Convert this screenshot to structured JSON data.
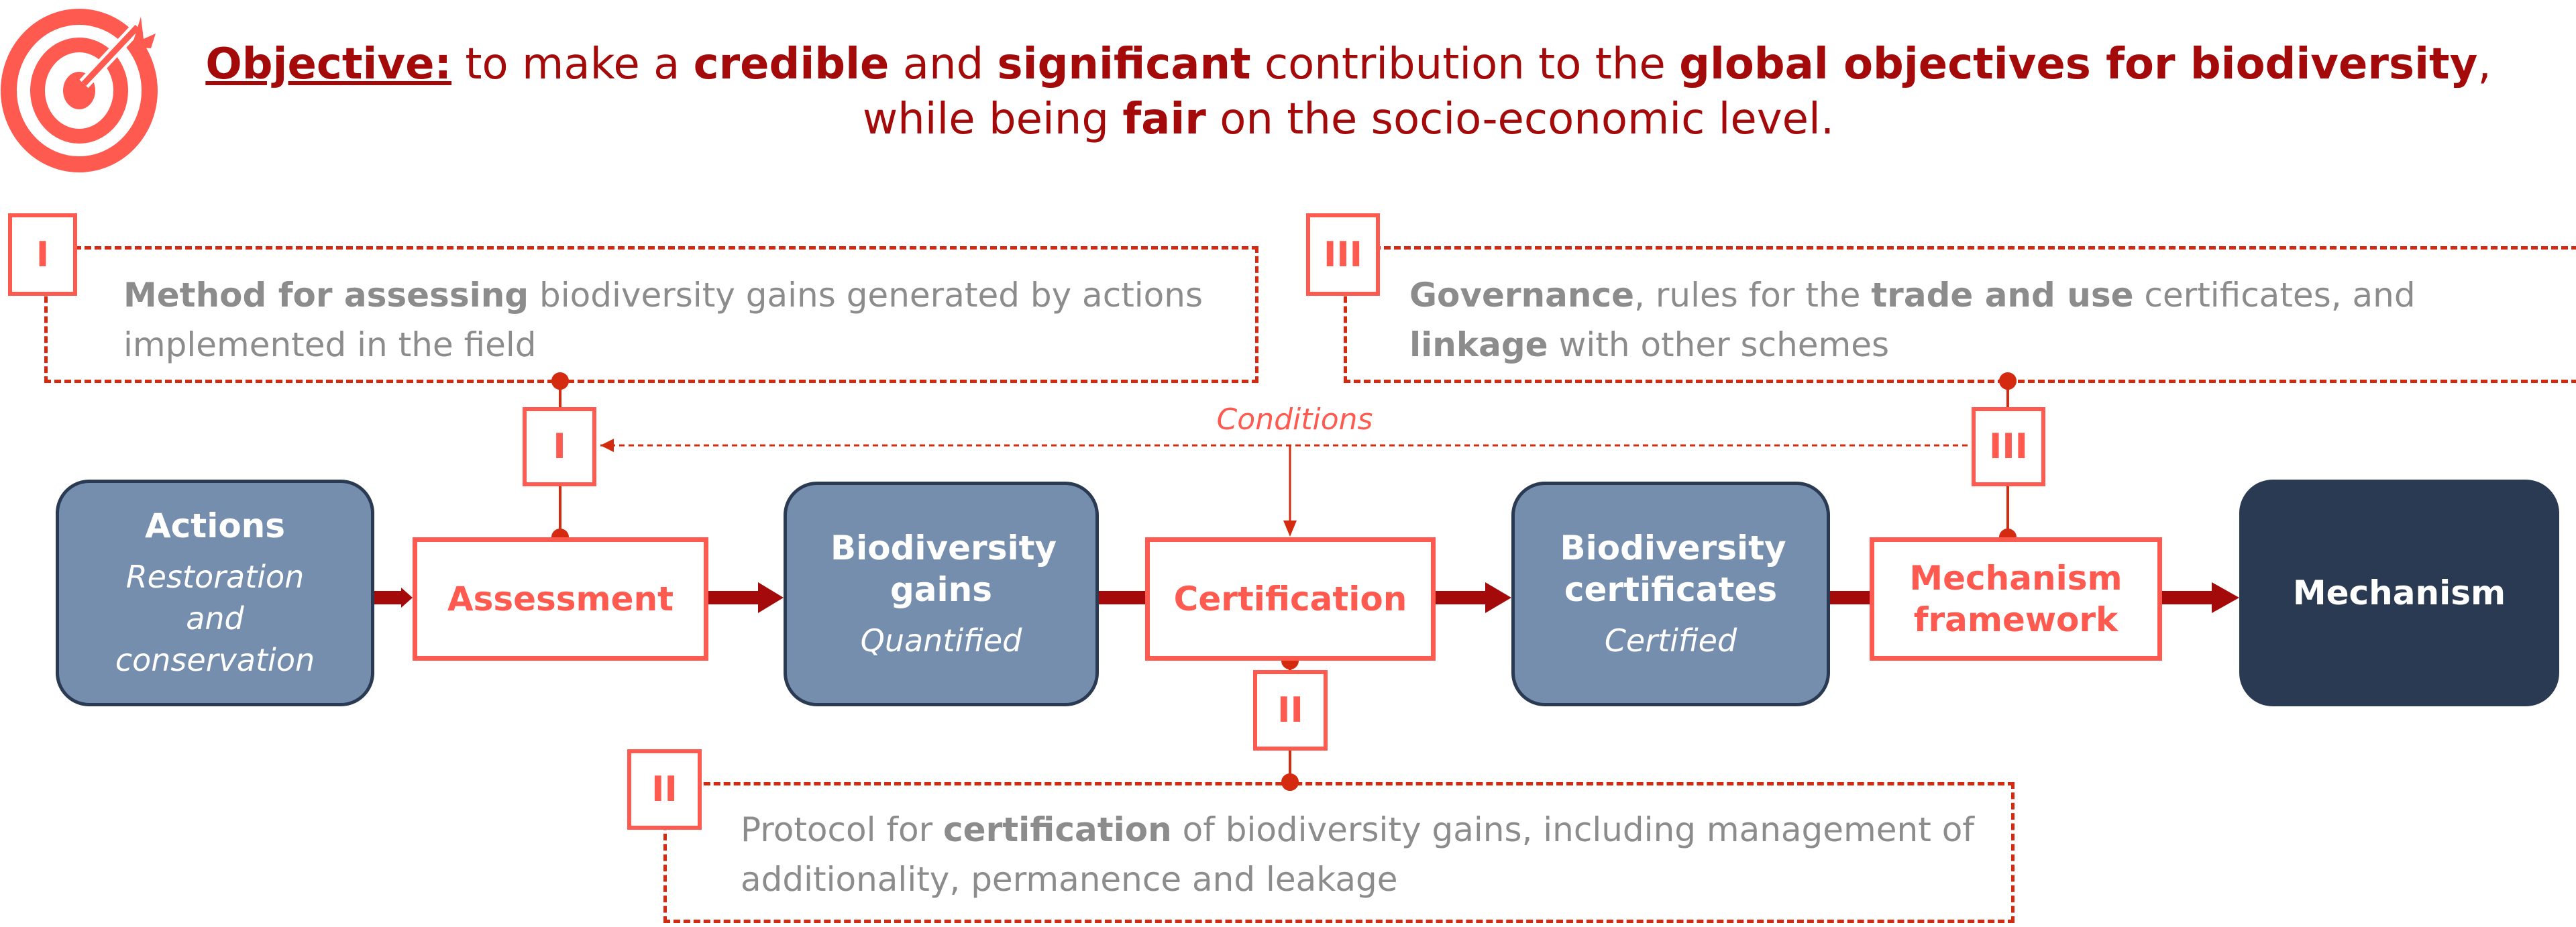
{
  "objective": {
    "label": "Objective:",
    "t1": " to make a ",
    "b1": "credible",
    "t2": " and ",
    "b2": "significant",
    "t3": " contribution to the ",
    "b3": "global objectives for biodiversity",
    "t4": ", while being ",
    "b4": "fair",
    "t5": " on the socio-economic level."
  },
  "pillars": [
    {
      "numeral": "I",
      "bold": "Method for assessing",
      "text": " biodiversity gains generated by actions implemented in the field"
    },
    {
      "numeral": "II",
      "pre": "Protocol for ",
      "bold": "certification",
      "text": " of biodiversity gains, including management of additionality, permanence and leakage"
    },
    {
      "numeral": "III",
      "bold": "Governance",
      "text": ", rules for the ",
      "bold2": "trade and use",
      "text2": " certificates, and ",
      "bold3": "linkage",
      "text3": " with other schemes"
    }
  ],
  "conditions_label": "Conditions",
  "flow": {
    "actions": {
      "title": "Actions",
      "subtitle": "Restoration and conservation"
    },
    "assessment": "Assessment",
    "gains": {
      "title": "Biodiversity gains",
      "subtitle": "Quantified"
    },
    "certification": "Certification",
    "certificates": {
      "title": "Biodiversity certificates",
      "subtitle": "Certified"
    },
    "framework": "Mechanism framework",
    "mechanism": "Mechanism"
  },
  "colors": {
    "dark_red": "#a50a0a",
    "coral": "#ff5a50",
    "slate": "#758ead",
    "navy": "#2a3a52",
    "gray": "#8c8c8c"
  }
}
